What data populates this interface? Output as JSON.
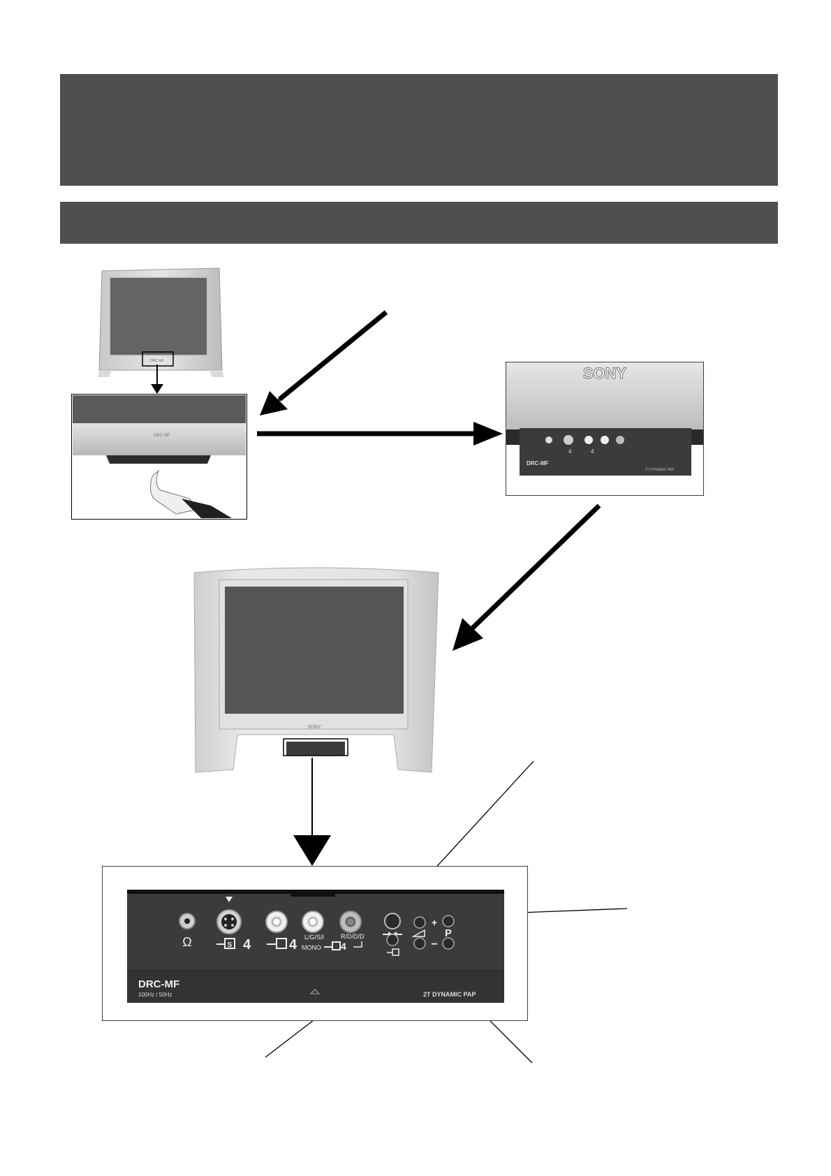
{
  "header": {
    "title": "",
    "subtitle": ""
  },
  "closeup_photo": {
    "brand_logo": "SONY",
    "jack_labels": [
      "4",
      "4"
    ],
    "panel_model": "DRC-MF",
    "panel_feature": "2T DYNAMIC PAP"
  },
  "small_tv": {
    "logo": "DRC-MF"
  },
  "big_tv": {
    "logo": "SONY"
  },
  "control_panel": {
    "jacks": [
      {
        "name": "headphones",
        "icon": "headphones-icon",
        "label": ""
      },
      {
        "name": "s-video",
        "icon": "s-video-input-icon",
        "label": "4"
      },
      {
        "name": "video",
        "icon": "video-input-icon",
        "label": "4"
      },
      {
        "name": "audio-left",
        "icon": "audio-input-icon",
        "label_top": "L/G/S/I",
        "label_bottom": "MONO",
        "label": "4"
      },
      {
        "name": "audio-right",
        "icon": "audio-right-icon",
        "label_top": "R/D/D/D"
      }
    ],
    "buttons": {
      "plus": "+",
      "minus": "−",
      "program": "P"
    },
    "model": "DRC-MF",
    "frequency": "100Hz / 50Hz",
    "feature": "2T DYNAMIC PAP"
  }
}
